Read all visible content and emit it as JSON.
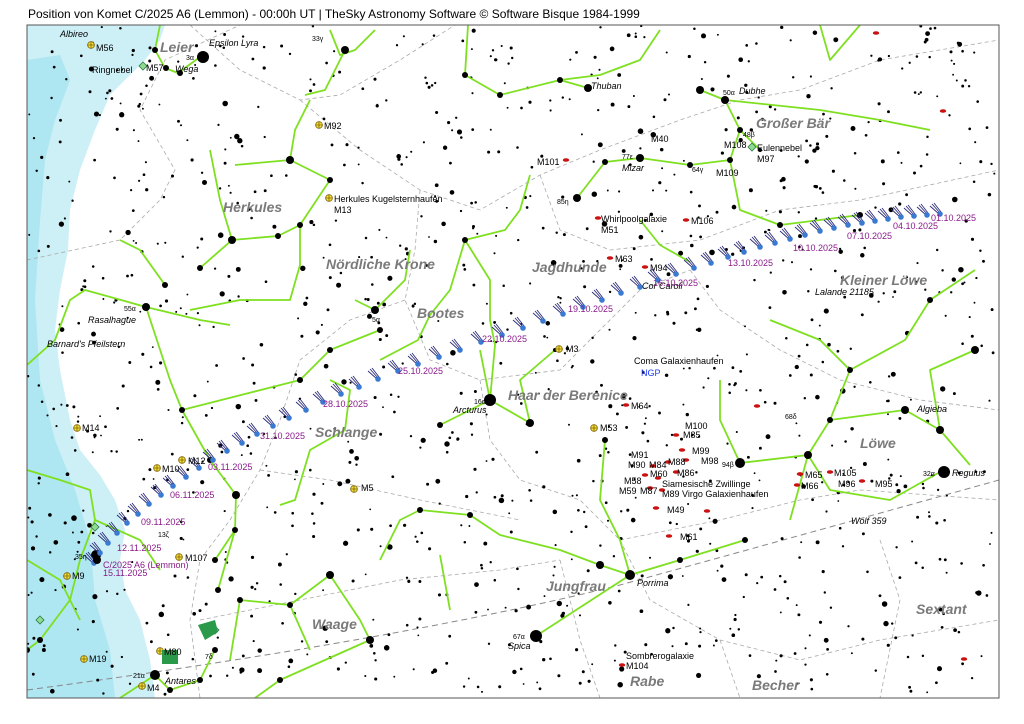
{
  "window": {
    "title": "Position von Komet C/2025 A6 (Lemmon) - 00:00h UT | TheSky Astronomy Software © Software Bisque 1984-1999"
  },
  "colors": {
    "background": "#ffffff",
    "milky_way": "#cdeff6",
    "milky_way_core": "#aee6f2",
    "constellation_lines": "#7ee020",
    "constellation_labels": "#888888",
    "date_labels": "#8a1a8a",
    "comet_marker": "#3a7ad0",
    "galaxy_marker": "#cc1111",
    "cluster_marker": "#c8b400",
    "nebula_marker": "#2a9a4a",
    "ngp_label": "#1a3aff",
    "boundaries": "#aaaaaa",
    "ecliptic": "#888888"
  },
  "constellations": [
    "Leier",
    "Großer Bär",
    "Herkules",
    "Nördliche Krone",
    "Jagdhunde",
    "Kleiner Löwe",
    "Bootes",
    "Haar der Berenice",
    "Schlange",
    "Löwe",
    "Jungfrau",
    "Waage",
    "Sextant",
    "Rabe",
    "Becher"
  ],
  "stars": [
    "Albireo",
    "Epsilon Lyra",
    "3α",
    "Wega",
    "33γ",
    "Thuban",
    "Dubhe",
    "50α",
    "48β",
    "77ε",
    "Mizar",
    "85η",
    "64γ",
    "55α",
    "Rasalhague",
    "Barnard's Pfeilstern",
    "5α",
    "16α",
    "Arcturus",
    "Cor Caroli",
    "Lalande 21185",
    "68δ",
    "Algieba",
    "94β",
    "32α",
    "Regulus",
    "Wolf 359",
    "Porrima",
    "67α",
    "Spica",
    "35η",
    "13ζ",
    "21α",
    "Antares",
    "7δ"
  ],
  "deep_sky": [
    "M56",
    "M57",
    "Ringnebel",
    "M92",
    "M13",
    "Herkules Kugelsternhaufen",
    "M101",
    "M40",
    "M108",
    "Eulennebel",
    "M97",
    "M109",
    "Whirlpoolgalaxie",
    "M51",
    "M106",
    "M63",
    "M94",
    "M3",
    "Coma Galaxienhaufen",
    "M64",
    "M53",
    "M100",
    "M85",
    "M99",
    "M98",
    "M91",
    "M88",
    "M90",
    "M84",
    "M86",
    "M58",
    "M87",
    "M59",
    "M60",
    "Siamesische Zwillinge",
    "M89",
    "Virgo Galaxienhaufen",
    "M49",
    "M61",
    "M104",
    "Sombrerogalaxie",
    "M14",
    "M12",
    "M10",
    "M5",
    "M107",
    "M9",
    "M19",
    "M80",
    "M4",
    "M65",
    "M66",
    "M105",
    "M96",
    "M95"
  ],
  "ngp": "NGP",
  "comet": {
    "name": "C/2025 A6 (Lemmon)",
    "dates": [
      "01.10.2025",
      "04.10.2025",
      "07.10.2025",
      "10.10.2025",
      "13.10.2025",
      "16.10.2025",
      "19.10.2025",
      "22.10.2025",
      "25.10.2025",
      "28.10.2025",
      "31.10.2025",
      "03.11.2025",
      "06.11.2025",
      "09.11.2025",
      "12.11.2025",
      "15.11.2025"
    ]
  }
}
